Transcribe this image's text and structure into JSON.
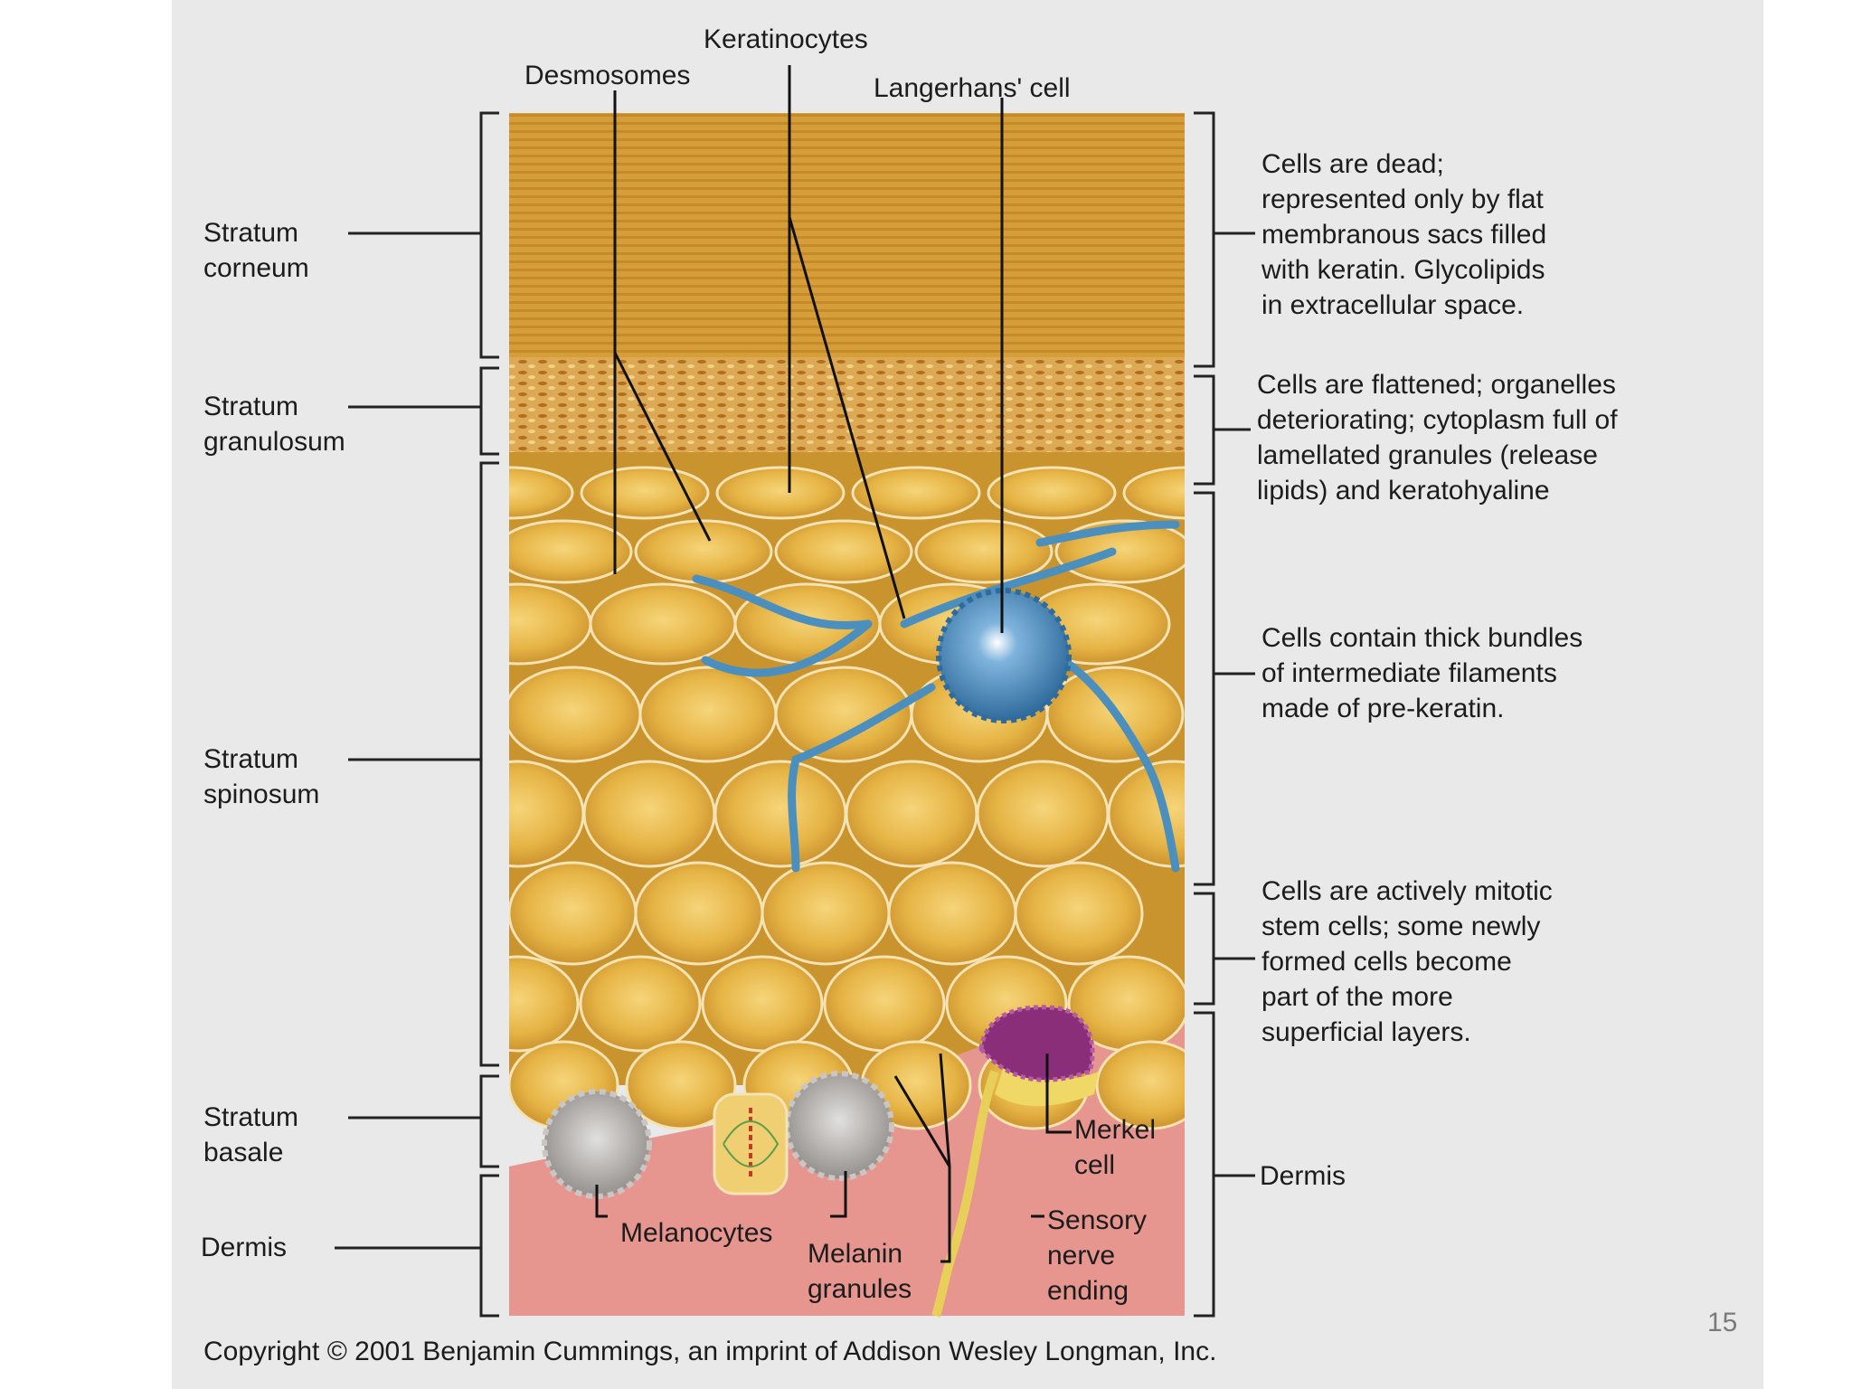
{
  "diagram": {
    "top_labels": {
      "keratinocytes": "Keratinocytes",
      "desmosomes": "Desmosomes",
      "langerhans": "Langerhans' cell"
    },
    "layers": {
      "corneum": [
        "Stratum",
        "corneum"
      ],
      "granulosum": [
        "Stratum",
        "granulosum"
      ],
      "spinosum": [
        "Stratum",
        "spinosum"
      ],
      "basale": [
        "Stratum",
        "basale"
      ],
      "dermis": "Dermis"
    },
    "descriptions": {
      "corneum": [
        "Cells are dead;",
        "represented only by flat",
        "membranous sacs filled",
        "with keratin. Glycolipids",
        "in extracellular space."
      ],
      "granulosum": [
        "Cells are flattened; organelles",
        "deteriorating; cytoplasm full of",
        "lamellated granules (release",
        "lipids) and keratohyaline"
      ],
      "spinosum": [
        "Cells contain thick bundles",
        "of intermediate filaments",
        "made of pre-keratin."
      ],
      "basale": [
        "Cells are actively mitotic",
        "stem cells; some newly",
        "formed cells become",
        "part of the more",
        "superficial layers."
      ],
      "dermis": "Dermis"
    },
    "bottom_labels": {
      "melanocytes": "Melanocytes",
      "melanin": [
        "Melanin",
        "granules"
      ],
      "merkel": [
        "Merkel",
        "cell"
      ],
      "sensory": [
        "Sensory",
        "nerve",
        "ending"
      ]
    },
    "copyright": "Copyright © 2001 Benjamin Cummings, an imprint of Addison Wesley Longman, Inc."
  },
  "slide": {
    "page_number": "15"
  },
  "colors": {
    "background": "#e9e9e9",
    "corneum": "#d4a03a",
    "cell": "#e8b94a",
    "dermis": "#e89a94",
    "langerhans": "#3f7fb0",
    "merkel": "#8a2e7a",
    "melanocyte": "#a9a6a4"
  }
}
